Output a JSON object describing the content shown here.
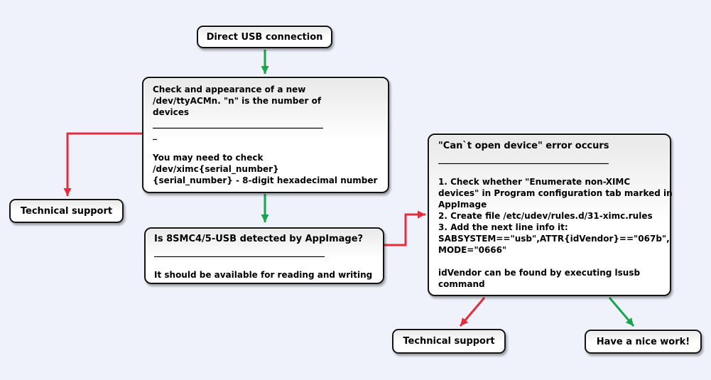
{
  "colors": {
    "background": "#eff2fb",
    "green_arrow": "#17a64a",
    "red_arrow": "#e22d3d",
    "box_border": "#141414"
  },
  "nodes": {
    "direct_usb": {
      "label": "Direct USB connection"
    },
    "check_ttyacm": {
      "lines": [
        "Check and appearance of a new",
        "/dev/ttyACMn. \"n\" is the number of",
        "devices",
        "________________________________________",
        "_",
        "",
        "You may need to check",
        "/dev/ximc{serial_number}",
        "{serial_number} - 8-digit hexadecimal number"
      ]
    },
    "tech_support_left": {
      "label": "Technical support"
    },
    "is_detected": {
      "title": "Is 8SMC4/5-USB detected by AppImage?",
      "lines": [
        "________________________________________",
        "",
        "It should be available for reading and writing"
      ]
    },
    "cant_open": {
      "title": "\"Can`t open device\" error occurs",
      "lines": [
        "________________________________________",
        "",
        "1. Check whether \"Enumerate non-XIMC",
        "devices\" in Program configuration tab marked in",
        "AppImage",
        "2. Create file /etc/udev/rules.d/31-ximc.rules",
        "3. Add the next line info it:",
        "SABSYSTEM==\"usb\",ATTR{idVendor}==\"067b\",",
        "MODE=\"0666\"",
        "",
        "idVendor can be found by executing lsusb",
        "command"
      ]
    },
    "tech_support_bottom": {
      "label": "Technical support"
    },
    "nice_work": {
      "label": "Have a nice work!"
    }
  }
}
